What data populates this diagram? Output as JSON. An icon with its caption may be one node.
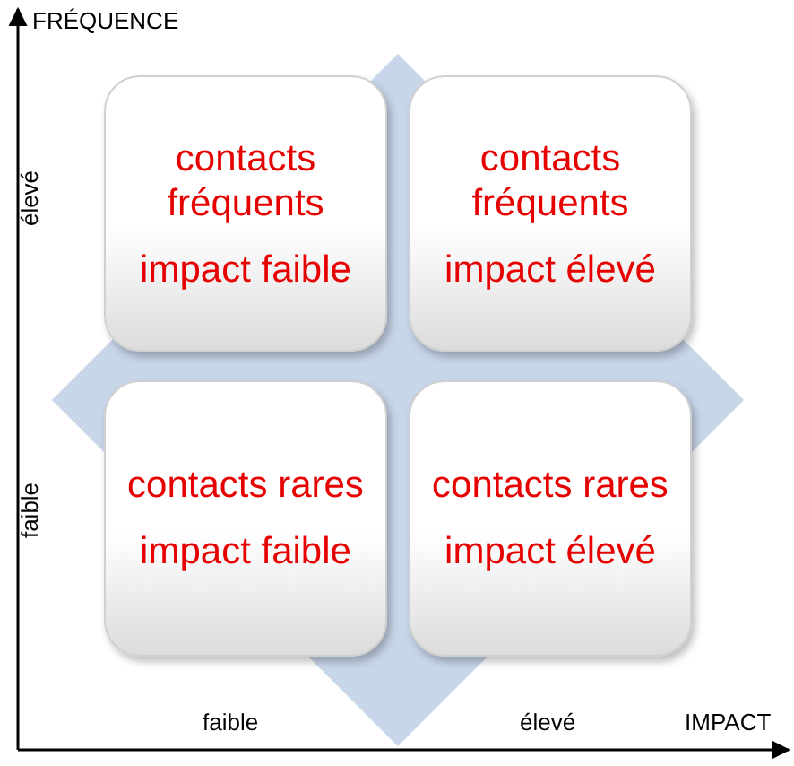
{
  "diagram": {
    "nodes": [
      {
        "text": [
          "contacts fréquents",
          "impact faible"
        ]
      },
      {
        "text": [
          "contacts fréquents",
          "impact élevé"
        ]
      },
      {
        "text": [
          "contacts rares",
          "impact faible"
        ]
      },
      {
        "text": [
          "contacts rares",
          "impact élevé"
        ]
      }
    ],
    "labels": [
      "FRÉQUENCE",
      "élevé",
      "faible",
      "faible",
      "élevé",
      "IMPACT"
    ]
  }
}
